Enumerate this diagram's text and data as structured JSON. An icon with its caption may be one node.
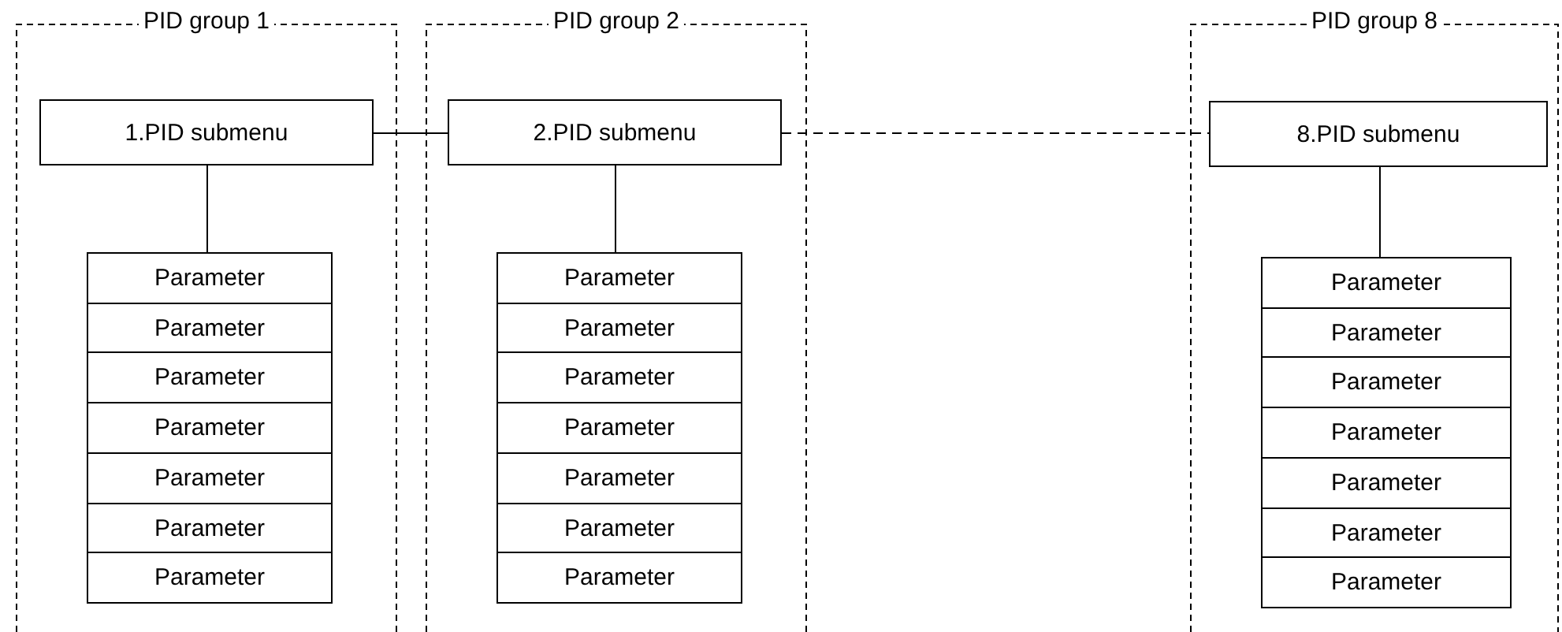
{
  "diagram": {
    "nodes": [
      {
        "text": [
          "PID group 1"
        ]
      },
      {
        "text": [
          "1.PID submenu"
        ],
        "in": 0
      },
      {
        "text": [
          "Parameter"
        ],
        "in": 0
      },
      {
        "text": [
          "Parameter"
        ],
        "in": 0
      },
      {
        "text": [
          "Parameter"
        ],
        "in": 0
      },
      {
        "text": [
          "Parameter"
        ],
        "in": 0
      },
      {
        "text": [
          "Parameter"
        ],
        "in": 0
      },
      {
        "text": [
          "Parameter"
        ],
        "in": 0
      },
      {
        "text": [
          "Parameter"
        ],
        "in": 0
      },
      {
        "text": [
          "PID group 2"
        ]
      },
      {
        "text": [
          "2.PID submenu"
        ],
        "in": 9
      },
      {
        "text": [
          "Parameter"
        ],
        "in": 9
      },
      {
        "text": [
          "Parameter"
        ],
        "in": 9
      },
      {
        "text": [
          "Parameter"
        ],
        "in": 9
      },
      {
        "text": [
          "Parameter"
        ],
        "in": 9
      },
      {
        "text": [
          "Parameter"
        ],
        "in": 9
      },
      {
        "text": [
          "Parameter"
        ],
        "in": 9
      },
      {
        "text": [
          "Parameter"
        ],
        "in": 9
      },
      {
        "text": [
          "PID group 8"
        ]
      },
      {
        "text": [
          "8.PID submenu"
        ],
        "in": 18
      },
      {
        "text": [
          "Parameter"
        ],
        "in": 18
      },
      {
        "text": [
          "Parameter"
        ],
        "in": 18
      },
      {
        "text": [
          "Parameter"
        ],
        "in": 18
      },
      {
        "text": [
          "Parameter"
        ],
        "in": 18
      },
      {
        "text": [
          "Parameter"
        ],
        "in": 18
      },
      {
        "text": [
          "Parameter"
        ],
        "in": 18
      },
      {
        "text": [
          "Parameter"
        ],
        "in": 18
      }
    ],
    "edges": [
      {
        "from": 1,
        "to": 10,
        "arrow": "none"
      },
      {
        "from": 10,
        "to": 19,
        "arrow": "none",
        "style": "dashed"
      },
      {
        "from": 1,
        "to": 2,
        "arrow": "none"
      },
      {
        "from": 10,
        "to": 11,
        "arrow": "none"
      },
      {
        "from": 19,
        "to": 20,
        "arrow": "none"
      }
    ]
  }
}
